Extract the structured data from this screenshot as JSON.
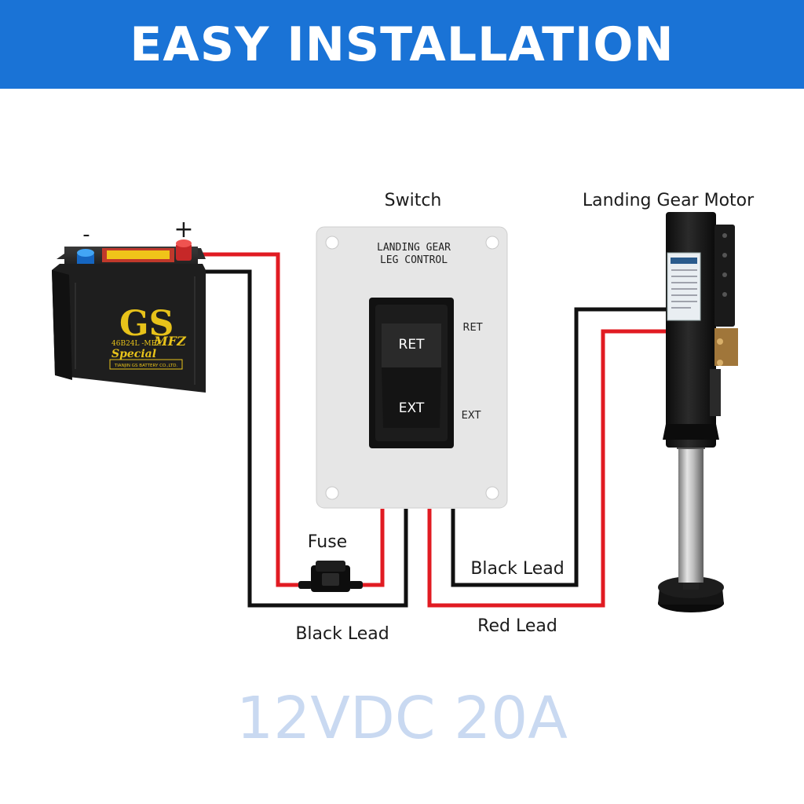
{
  "header": {
    "title": "EASY INSTALLATION"
  },
  "battery": {
    "neg_label": "-",
    "pos_label": "+",
    "brand": "GS",
    "model": "46B24L -MFZ",
    "series": "Special",
    "series2": "MFZ",
    "maker": "TIANJIN GS BATTERY CO.,LTD."
  },
  "switch": {
    "title": "Switch",
    "panel_line1": "LANDING GEAR",
    "panel_line2": "LEG CONTROL",
    "ret_label": "RET",
    "ext_label": "EXT",
    "rocker_top": "RET",
    "rocker_bottom": "EXT"
  },
  "motor": {
    "title": "Landing Gear Motor"
  },
  "fuse": {
    "label": "Fuse"
  },
  "leads": {
    "black_left": "Black Lead",
    "black_right": "Black Lead",
    "red_right": "Red Lead"
  },
  "spec": "12VDC 20A",
  "colors": {
    "banner": "#1a73d6",
    "red_wire": "#e11b22",
    "black_wire": "#111111",
    "battery_body": "#1e1e1e",
    "battery_brand": "#e7c21a",
    "spec_text": "#c9d9f1"
  }
}
